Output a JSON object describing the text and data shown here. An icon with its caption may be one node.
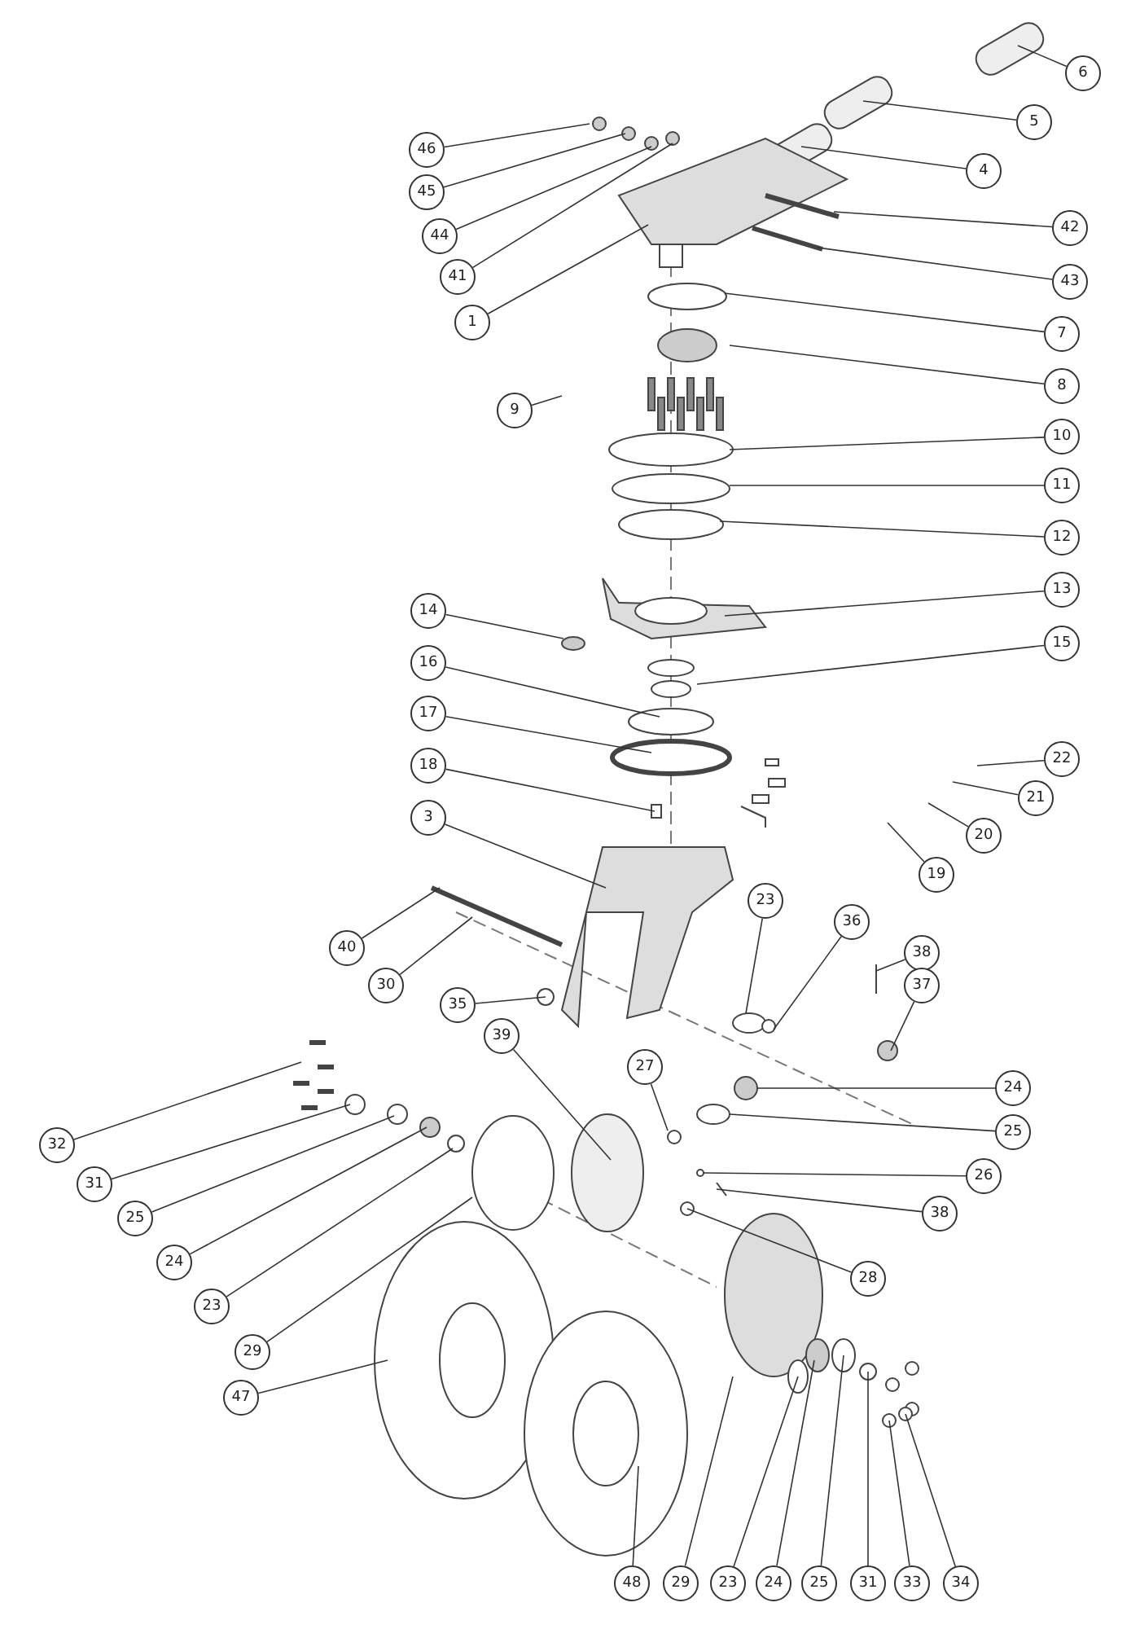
{
  "diagram": {
    "nodes": [
      {
        "text": [
          "6"
        ]
      },
      {
        "text": [
          "5"
        ]
      },
      {
        "text": [
          "46"
        ]
      },
      {
        "text": [
          "4"
        ]
      },
      {
        "text": [
          "45"
        ]
      },
      {
        "text": [
          "44"
        ]
      },
      {
        "text": [
          "42"
        ]
      },
      {
        "text": [
          "41"
        ]
      },
      {
        "text": [
          "43"
        ]
      },
      {
        "text": [
          "1"
        ]
      },
      {
        "text": [
          "7"
        ]
      },
      {
        "text": [
          "8"
        ]
      },
      {
        "text": [
          "9"
        ]
      },
      {
        "text": [
          "10"
        ]
      },
      {
        "text": [
          "11"
        ]
      },
      {
        "text": [
          "12"
        ]
      },
      {
        "text": [
          "13"
        ]
      },
      {
        "text": [
          "14"
        ]
      },
      {
        "text": [
          "15"
        ]
      },
      {
        "text": [
          "16"
        ]
      },
      {
        "text": [
          "17"
        ]
      },
      {
        "text": [
          "22"
        ]
      },
      {
        "text": [
          "18"
        ]
      },
      {
        "text": [
          "21"
        ]
      },
      {
        "text": [
          "3"
        ]
      },
      {
        "text": [
          "20"
        ]
      },
      {
        "text": [
          "19"
        ]
      },
      {
        "text": [
          "23"
        ]
      },
      {
        "text": [
          "36"
        ]
      },
      {
        "text": [
          "40"
        ]
      },
      {
        "text": [
          "38"
        ]
      },
      {
        "text": [
          "30"
        ]
      },
      {
        "text": [
          "37"
        ]
      },
      {
        "text": [
          "35"
        ]
      },
      {
        "text": [
          "39"
        ]
      },
      {
        "text": [
          "27"
        ]
      },
      {
        "text": [
          "24"
        ]
      },
      {
        "text": [
          "25"
        ]
      },
      {
        "text": [
          "32"
        ]
      },
      {
        "text": [
          "26"
        ]
      },
      {
        "text": [
          "31"
        ]
      },
      {
        "text": [
          "38"
        ]
      },
      {
        "text": [
          "25"
        ]
      },
      {
        "text": [
          "24"
        ]
      },
      {
        "text": [
          "28"
        ]
      },
      {
        "text": [
          "23"
        ]
      },
      {
        "text": [
          "29"
        ]
      },
      {
        "text": [
          "47"
        ]
      },
      {
        "text": [
          "48"
        ]
      },
      {
        "text": [
          "29"
        ]
      },
      {
        "text": [
          "23"
        ]
      },
      {
        "text": [
          "24"
        ]
      },
      {
        "text": [
          "25"
        ]
      },
      {
        "text": [
          "31"
        ]
      },
      {
        "text": [
          "33"
        ]
      },
      {
        "text": [
          "34"
        ]
      }
    ],
    "edges": [
      {
        "from": 0,
        "to": null,
        "arrow": "none"
      },
      {
        "from": 1,
        "to": null,
        "arrow": "none"
      },
      {
        "from": 2,
        "to": null,
        "arrow": "none"
      },
      {
        "from": 3,
        "to": null,
        "arrow": "none"
      },
      {
        "from": 4,
        "to": null,
        "arrow": "none"
      },
      {
        "from": 5,
        "to": null,
        "arrow": "none"
      },
      {
        "from": 6,
        "to": null,
        "arrow": "none"
      },
      {
        "from": 7,
        "to": null,
        "arrow": "none"
      },
      {
        "from": 8,
        "to": null,
        "arrow": "none"
      },
      {
        "from": 9,
        "to": null,
        "arrow": "none"
      },
      {
        "from": 10,
        "to": null,
        "arrow": "none"
      },
      {
        "from": 11,
        "to": null,
        "arrow": "none"
      },
      {
        "from": 12,
        "to": null,
        "arrow": "none"
      },
      {
        "from": 13,
        "to": null,
        "arrow": "none"
      },
      {
        "from": 14,
        "to": null,
        "arrow": "none"
      },
      {
        "from": 15,
        "to": null,
        "arrow": "none"
      },
      {
        "from": 16,
        "to": null,
        "arrow": "none"
      },
      {
        "from": 17,
        "to": null,
        "arrow": "none"
      },
      {
        "from": 18,
        "to": null,
        "arrow": "none"
      },
      {
        "from": 19,
        "to": null,
        "arrow": "none"
      },
      {
        "from": 20,
        "to": null,
        "arrow": "none"
      },
      {
        "from": 21,
        "to": null,
        "arrow": "none"
      },
      {
        "from": 22,
        "to": null,
        "arrow": "none"
      },
      {
        "from": 23,
        "to": null,
        "arrow": "none"
      },
      {
        "from": 24,
        "to": null,
        "arrow": "none"
      },
      {
        "from": 25,
        "to": null,
        "arrow": "none"
      },
      {
        "from": 26,
        "to": null,
        "arrow": "none"
      },
      {
        "from": 27,
        "to": null,
        "arrow": "none"
      },
      {
        "from": 28,
        "to": null,
        "arrow": "none"
      },
      {
        "from": 29,
        "to": null,
        "arrow": "none"
      },
      {
        "from": 30,
        "to": null,
        "arrow": "none"
      },
      {
        "from": 31,
        "to": null,
        "arrow": "none"
      },
      {
        "from": 32,
        "to": null,
        "arrow": "none"
      },
      {
        "from": 33,
        "to": null,
        "arrow": "none"
      },
      {
        "from": 34,
        "to": null,
        "arrow": "none"
      },
      {
        "from": 35,
        "to": null,
        "arrow": "none"
      },
      {
        "from": 36,
        "to": null,
        "arrow": "none"
      },
      {
        "from": 37,
        "to": null,
        "arrow": "none"
      },
      {
        "from": 38,
        "to": null,
        "arrow": "none"
      },
      {
        "from": 39,
        "to": null,
        "arrow": "none"
      },
      {
        "from": 40,
        "to": null,
        "arrow": "none"
      },
      {
        "from": 41,
        "to": null,
        "arrow": "none"
      },
      {
        "from": 42,
        "to": null,
        "arrow": "none"
      },
      {
        "from": 43,
        "to": null,
        "arrow": "none"
      },
      {
        "from": 44,
        "to": null,
        "arrow": "none"
      },
      {
        "from": 45,
        "to": null,
        "arrow": "none"
      },
      {
        "from": 46,
        "to": null,
        "arrow": "none"
      },
      {
        "from": 47,
        "to": null,
        "arrow": "none"
      },
      {
        "from": 48,
        "to": null,
        "arrow": "none"
      },
      {
        "from": 49,
        "to": null,
        "arrow": "none"
      },
      {
        "from": 50,
        "to": null,
        "arrow": "none"
      },
      {
        "from": 51,
        "to": null,
        "arrow": "none"
      },
      {
        "from": 52,
        "to": null,
        "arrow": "none"
      },
      {
        "from": 53,
        "to": null,
        "arrow": "none"
      },
      {
        "from": 54,
        "to": null,
        "arrow": "none"
      },
      {
        "from": 55,
        "to": null,
        "arrow": "none"
      }
    ]
  }
}
